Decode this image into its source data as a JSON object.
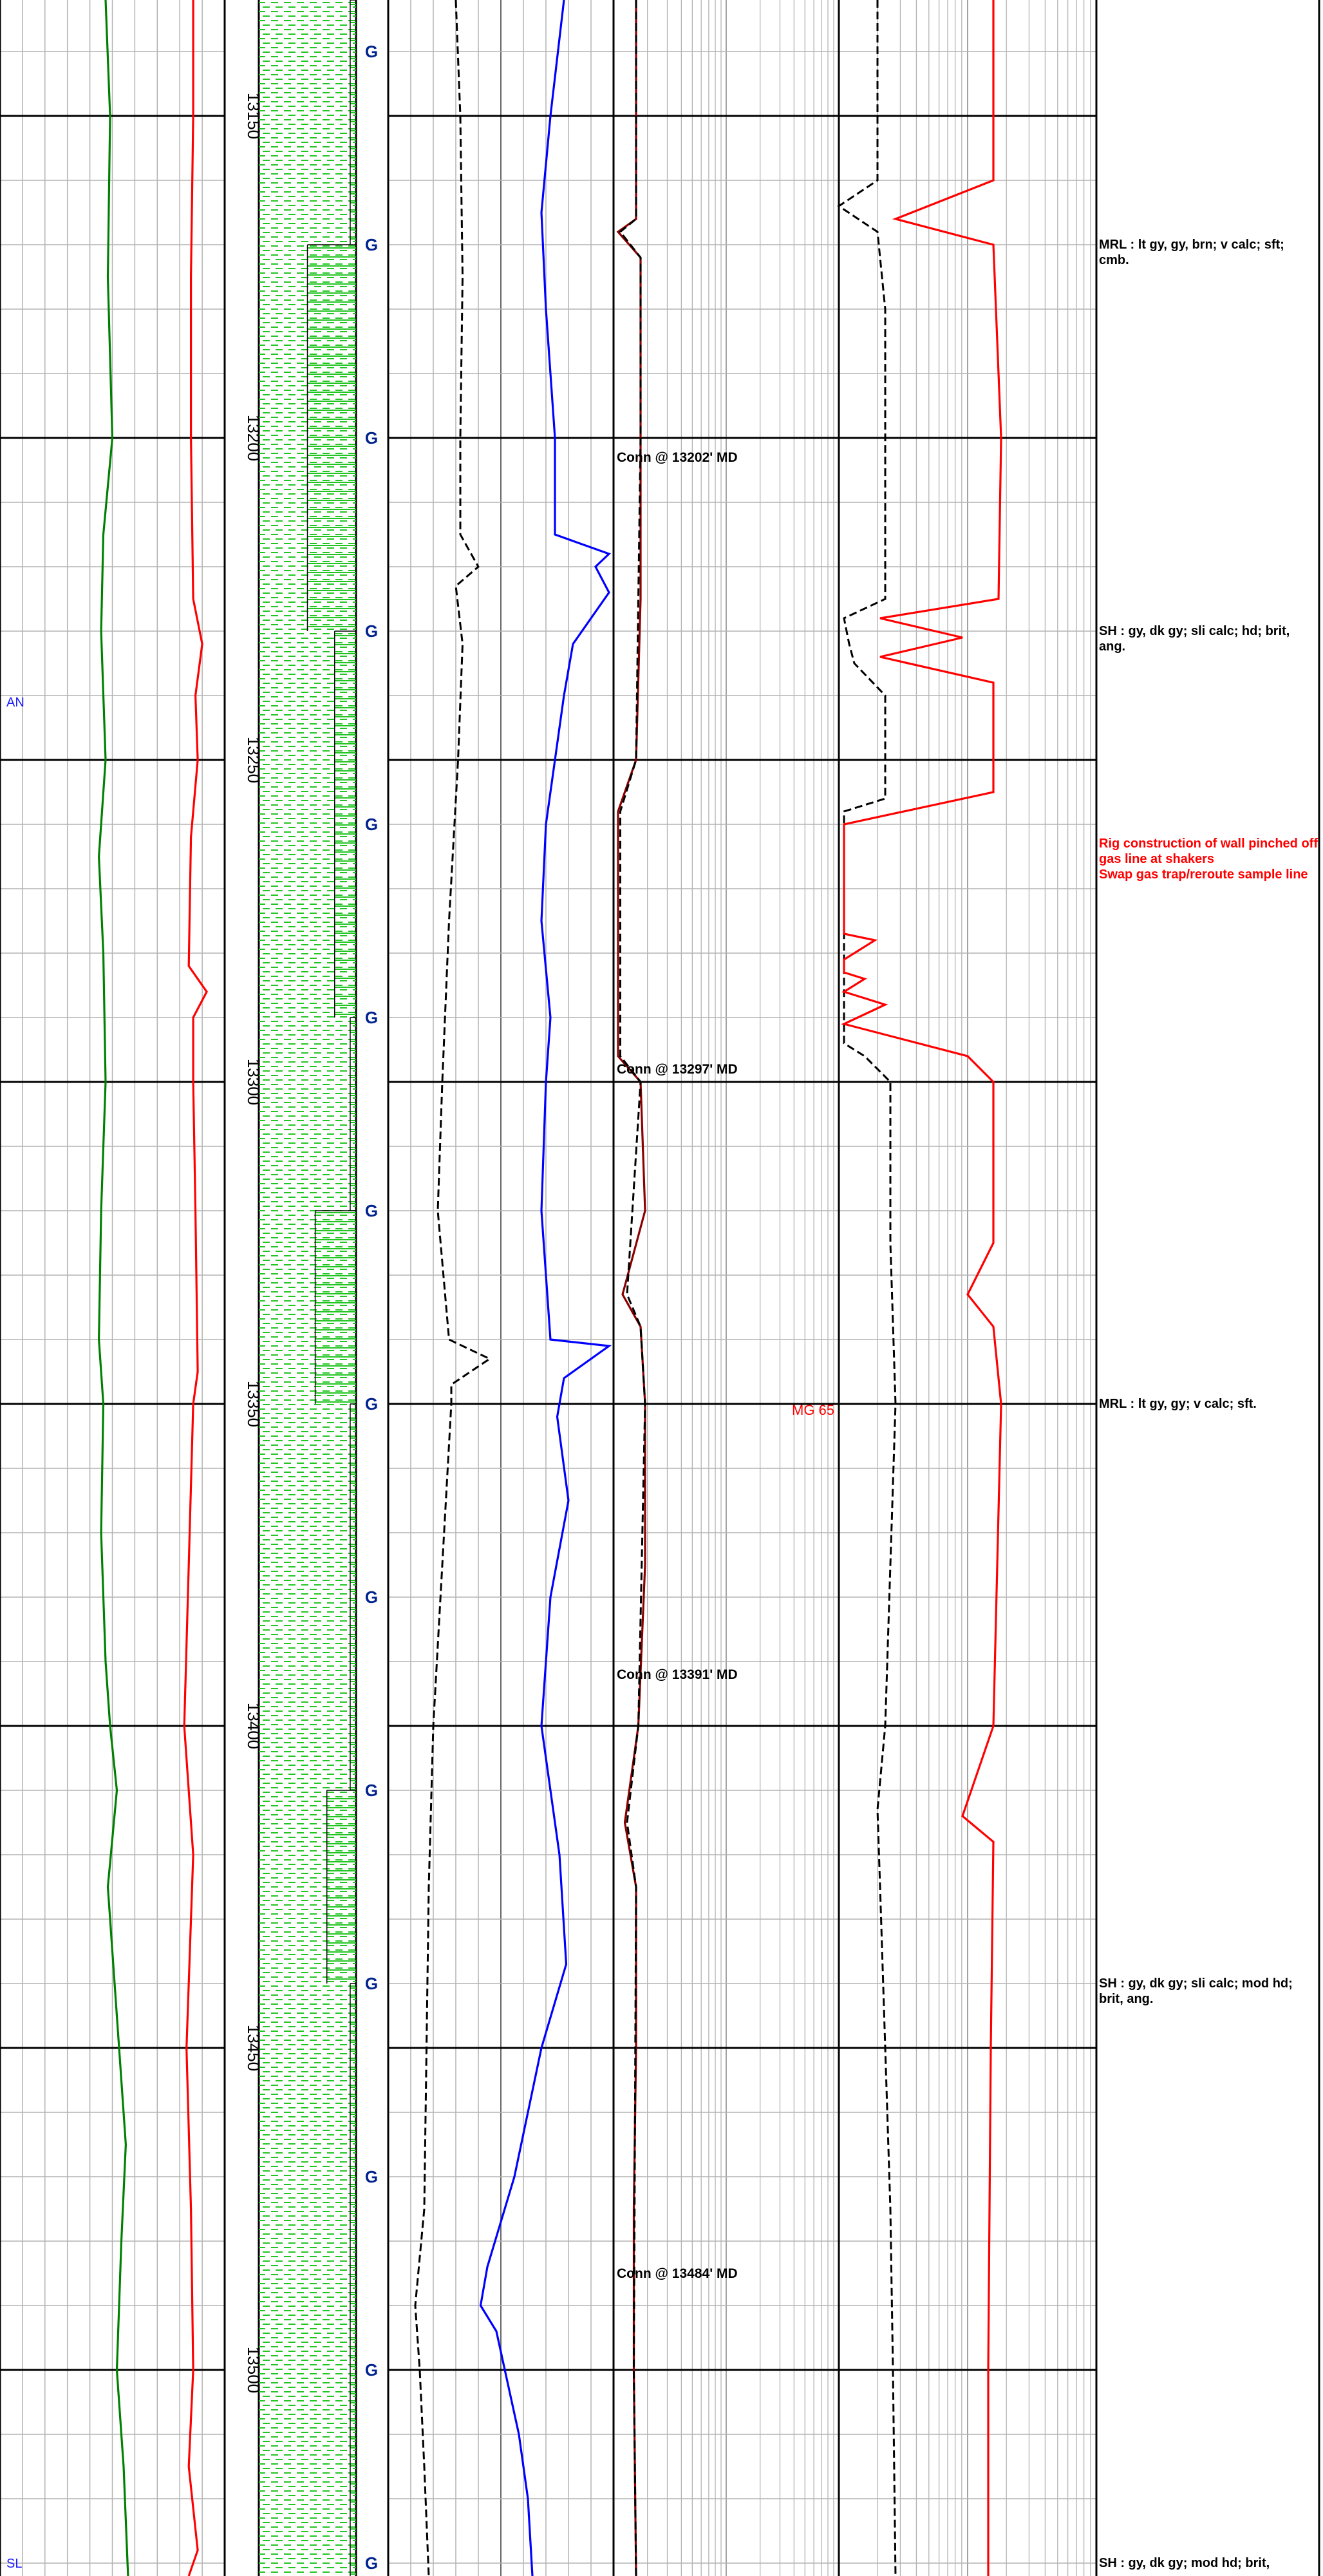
{
  "chart_data": {
    "type": "line",
    "title": "",
    "depth_range": [
      13132,
      13532
    ],
    "depth_ticks": [
      13150,
      13200,
      13250,
      13300,
      13350,
      13400,
      13450,
      13500
    ],
    "series": [
      {
        "key": "green",
        "color": "#008000",
        "track": 1,
        "style": "solid",
        "points": [
          [
            13132,
            0.47
          ],
          [
            13150,
            0.49
          ],
          [
            13175,
            0.48
          ],
          [
            13200,
            0.5
          ],
          [
            13215,
            0.46
          ],
          [
            13230,
            0.45
          ],
          [
            13250,
            0.47
          ],
          [
            13265,
            0.44
          ],
          [
            13280,
            0.46
          ],
          [
            13300,
            0.47
          ],
          [
            13320,
            0.45
          ],
          [
            13340,
            0.44
          ],
          [
            13350,
            0.46
          ],
          [
            13370,
            0.45
          ],
          [
            13390,
            0.47
          ],
          [
            13400,
            0.49
          ],
          [
            13410,
            0.52
          ],
          [
            13425,
            0.48
          ],
          [
            13450,
            0.53
          ],
          [
            13465,
            0.56
          ],
          [
            13480,
            0.54
          ],
          [
            13500,
            0.52
          ],
          [
            13515,
            0.55
          ],
          [
            13532,
            0.57
          ]
        ]
      },
      {
        "key": "red-track1",
        "color": "#ff0000",
        "track": 1,
        "style": "solid",
        "points": [
          [
            13132,
            0.86
          ],
          [
            13150,
            0.86
          ],
          [
            13175,
            0.85
          ],
          [
            13200,
            0.85
          ],
          [
            13225,
            0.86
          ],
          [
            13232,
            0.9
          ],
          [
            13240,
            0.87
          ],
          [
            13250,
            0.88
          ],
          [
            13262,
            0.85
          ],
          [
            13282,
            0.84
          ],
          [
            13286,
            0.92
          ],
          [
            13290,
            0.86
          ],
          [
            13300,
            0.86
          ],
          [
            13320,
            0.87
          ],
          [
            13345,
            0.88
          ],
          [
            13350,
            0.86
          ],
          [
            13375,
            0.84
          ],
          [
            13400,
            0.82
          ],
          [
            13420,
            0.86
          ],
          [
            13450,
            0.83
          ],
          [
            13475,
            0.85
          ],
          [
            13500,
            0.86
          ],
          [
            13515,
            0.84
          ],
          [
            13528,
            0.88
          ],
          [
            13532,
            0.84
          ]
        ]
      },
      {
        "key": "black-dashed-track3",
        "color": "#000000",
        "track": 3,
        "style": "dashed",
        "points": [
          [
            13132,
            0.3
          ],
          [
            13150,
            0.32
          ],
          [
            13175,
            0.33
          ],
          [
            13200,
            0.32
          ],
          [
            13215,
            0.32
          ],
          [
            13220,
            0.4
          ],
          [
            13223,
            0.3
          ],
          [
            13232,
            0.33
          ],
          [
            13250,
            0.31
          ],
          [
            13275,
            0.27
          ],
          [
            13300,
            0.24
          ],
          [
            13320,
            0.22
          ],
          [
            13340,
            0.27
          ],
          [
            13343,
            0.45
          ],
          [
            13347,
            0.28
          ],
          [
            13350,
            0.28
          ],
          [
            13375,
            0.24
          ],
          [
            13400,
            0.2
          ],
          [
            13425,
            0.18
          ],
          [
            13450,
            0.17
          ],
          [
            13475,
            0.16
          ],
          [
            13490,
            0.12
          ],
          [
            13500,
            0.14
          ],
          [
            13515,
            0.16
          ],
          [
            13532,
            0.18
          ]
        ]
      },
      {
        "key": "blue-track3",
        "color": "#0000ff",
        "track": 3,
        "style": "solid",
        "points": [
          [
            13132,
            0.78
          ],
          [
            13150,
            0.72
          ],
          [
            13165,
            0.68
          ],
          [
            13180,
            0.7
          ],
          [
            13200,
            0.74
          ],
          [
            13215,
            0.74
          ],
          [
            13218,
            0.98
          ],
          [
            13220,
            0.92
          ],
          [
            13224,
            0.98
          ],
          [
            13232,
            0.82
          ],
          [
            13240,
            0.78
          ],
          [
            13250,
            0.74
          ],
          [
            13260,
            0.7
          ],
          [
            13275,
            0.68
          ],
          [
            13290,
            0.72
          ],
          [
            13300,
            0.7
          ],
          [
            13320,
            0.68
          ],
          [
            13340,
            0.72
          ],
          [
            13341,
            0.98
          ],
          [
            13346,
            0.78
          ],
          [
            13352,
            0.75
          ],
          [
            13365,
            0.8
          ],
          [
            13380,
            0.72
          ],
          [
            13400,
            0.68
          ],
          [
            13420,
            0.76
          ],
          [
            13437,
            0.79
          ],
          [
            13450,
            0.68
          ],
          [
            13470,
            0.56
          ],
          [
            13484,
            0.44
          ],
          [
            13490,
            0.41
          ],
          [
            13494,
            0.48
          ],
          [
            13510,
            0.58
          ],
          [
            13520,
            0.62
          ],
          [
            13532,
            0.64
          ]
        ]
      },
      {
        "key": "red-track4",
        "color": "#8b0000",
        "track": 4,
        "style": "solid",
        "points": [
          [
            13132,
            0.1
          ],
          [
            13150,
            0.1
          ],
          [
            13166,
            0.1
          ],
          [
            13168,
            0.02
          ],
          [
            13172,
            0.12
          ],
          [
            13185,
            0.12
          ],
          [
            13200,
            0.12
          ],
          [
            13225,
            0.12
          ],
          [
            13250,
            0.1
          ],
          [
            13258,
            0.02
          ],
          [
            13270,
            0.02
          ],
          [
            13296,
            0.02
          ],
          [
            13300,
            0.12
          ],
          [
            13320,
            0.14
          ],
          [
            13333,
            0.04
          ],
          [
            13338,
            0.12
          ],
          [
            13350,
            0.14
          ],
          [
            13375,
            0.14
          ],
          [
            13400,
            0.11
          ],
          [
            13415,
            0.05
          ],
          [
            13425,
            0.1
          ],
          [
            13450,
            0.1
          ],
          [
            13475,
            0.09
          ],
          [
            13500,
            0.09
          ],
          [
            13532,
            0.1
          ]
        ]
      },
      {
        "key": "black-dashed-track4",
        "color": "#000000",
        "track": 4,
        "style": "dashed",
        "points": [
          [
            13132,
            0.1
          ],
          [
            13150,
            0.1
          ],
          [
            13166,
            0.1
          ],
          [
            13168,
            0.03
          ],
          [
            13172,
            0.12
          ],
          [
            13200,
            0.12
          ],
          [
            13250,
            0.1
          ],
          [
            13258,
            0.03
          ],
          [
            13296,
            0.03
          ],
          [
            13300,
            0.12
          ],
          [
            13333,
            0.06
          ],
          [
            13338,
            0.12
          ],
          [
            13350,
            0.14
          ],
          [
            13400,
            0.11
          ],
          [
            13415,
            0.06
          ],
          [
            13425,
            0.1
          ],
          [
            13500,
            0.09
          ],
          [
            13532,
            0.1
          ]
        ]
      },
      {
        "key": "black-dashed-track5",
        "color": "#000000",
        "track": 5,
        "style": "dashed",
        "points": [
          [
            13132,
            0.15
          ],
          [
            13160,
            0.15
          ],
          [
            13164,
            0.0
          ],
          [
            13168,
            0.15
          ],
          [
            13180,
            0.18
          ],
          [
            13200,
            0.18
          ],
          [
            13225,
            0.18
          ],
          [
            13228,
            0.02
          ],
          [
            13232,
            0.04
          ],
          [
            13235,
            0.06
          ],
          [
            13240,
            0.18
          ],
          [
            13256,
            0.18
          ],
          [
            13258,
            0.02
          ],
          [
            13294,
            0.02
          ],
          [
            13296,
            0.1
          ],
          [
            13300,
            0.2
          ],
          [
            13325,
            0.2
          ],
          [
            13350,
            0.22
          ],
          [
            13375,
            0.2
          ],
          [
            13400,
            0.18
          ],
          [
            13413,
            0.15
          ],
          [
            13425,
            0.16
          ],
          [
            13450,
            0.18
          ],
          [
            13475,
            0.2
          ],
          [
            13500,
            0.21
          ],
          [
            13532,
            0.22
          ]
        ]
      },
      {
        "key": "red-track5",
        "color": "#ff0000",
        "track": 5,
        "style": "solid",
        "points": [
          [
            13132,
            0.6
          ],
          [
            13160,
            0.6
          ],
          [
            13166,
            0.22
          ],
          [
            13170,
            0.6
          ],
          [
            13200,
            0.63
          ],
          [
            13225,
            0.62
          ],
          [
            13228,
            0.16
          ],
          [
            13231,
            0.48
          ],
          [
            13234,
            0.16
          ],
          [
            13238,
            0.6
          ],
          [
            13255,
            0.6
          ],
          [
            13260,
            0.02
          ],
          [
            13277,
            0.02
          ],
          [
            13278,
            0.14
          ],
          [
            13281,
            0.02
          ],
          [
            13283,
            0.02
          ],
          [
            13284,
            0.1
          ],
          [
            13286,
            0.02
          ],
          [
            13288,
            0.18
          ],
          [
            13291,
            0.02
          ],
          [
            13296,
            0.5
          ],
          [
            13300,
            0.6
          ],
          [
            13325,
            0.6
          ],
          [
            13333,
            0.5
          ],
          [
            13338,
            0.6
          ],
          [
            13350,
            0.63
          ],
          [
            13400,
            0.6
          ],
          [
            13414,
            0.48
          ],
          [
            13418,
            0.6
          ],
          [
            13450,
            0.59
          ],
          [
            13500,
            0.58
          ],
          [
            13532,
            0.58
          ]
        ]
      }
    ],
    "annotations": [
      {
        "depth": 13202,
        "text": "Conn @ 13202' MD"
      },
      {
        "depth": 13297,
        "text": "Conn @ 13297' MD"
      },
      {
        "depth": 13391,
        "text": "Conn @ 13391' MD"
      },
      {
        "depth": 13484,
        "text": "Conn @ 13484' MD"
      },
      {
        "depth": 13350,
        "text": "MG 65"
      }
    ],
    "g_depths": [
      13140,
      13170,
      13200,
      13230,
      13260,
      13290,
      13320,
      13350,
      13380,
      13410,
      13440,
      13470,
      13500,
      13530
    ],
    "g_text": "G",
    "edge_labels": [
      {
        "depth": 13241,
        "text": "AN"
      },
      {
        "depth": 13530,
        "text": "SL"
      }
    ],
    "lithology": [
      {
        "top": 13132,
        "base": 13170,
        "right": 0.94
      },
      {
        "top": 13170,
        "base": 13230,
        "right": 0.5
      },
      {
        "top": 13230,
        "base": 13290,
        "right": 0.78
      },
      {
        "top": 13290,
        "base": 13320,
        "right": 0.94
      },
      {
        "top": 13320,
        "base": 13350,
        "right": 0.58
      },
      {
        "top": 13350,
        "base": 13410,
        "right": 0.94
      },
      {
        "top": 13410,
        "base": 13440,
        "right": 0.7
      },
      {
        "top": 13440,
        "base": 13532,
        "right": 0.94
      }
    ]
  },
  "descriptions": [
    {
      "depth": 13170,
      "text": "MRL : lt gy, gy, brn;  v calc;  sft; cmb.",
      "color": "black"
    },
    {
      "depth": 13230,
      "text": "SH : gy, dk gy;  sli calc;  hd; brit, ang.",
      "color": "black"
    },
    {
      "depth": 13263,
      "text": "Rig construction of wall pinched off gas line at shakers\nSwap gas trap/reroute sample line",
      "color": "red"
    },
    {
      "depth": 13350,
      "text": "MRL : lt gy, gy;  v calc;  sft.",
      "color": "black"
    },
    {
      "depth": 13440,
      "text": "SH : gy, dk gy;  sli calc;  mod hd; brit, ang.",
      "color": "black"
    },
    {
      "depth": 13530,
      "text": "SH : gy, dk gy;  mod hd;  brit,",
      "color": "black"
    }
  ]
}
